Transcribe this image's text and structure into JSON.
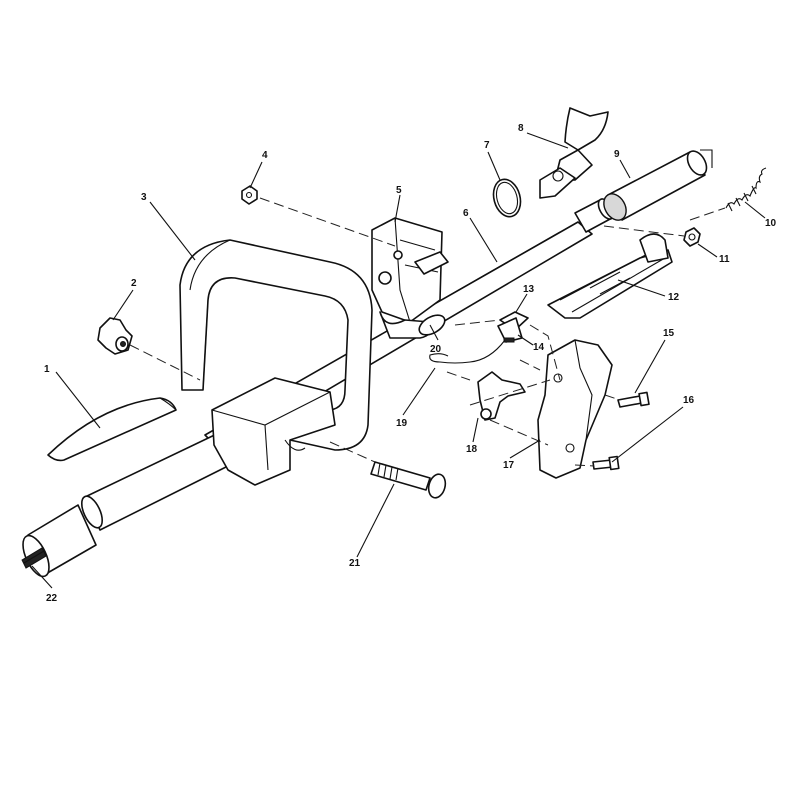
{
  "callouts": [
    "1",
    "2",
    "3",
    "4",
    "5",
    "6",
    "7",
    "8",
    "9",
    "10",
    "11",
    "12",
    "13",
    "14",
    "15",
    "16",
    "17",
    "18",
    "19",
    "20",
    "21",
    "22"
  ],
  "colors": {
    "line": "#111111",
    "background": "#ffffff",
    "shade": "#d8d8d8"
  }
}
